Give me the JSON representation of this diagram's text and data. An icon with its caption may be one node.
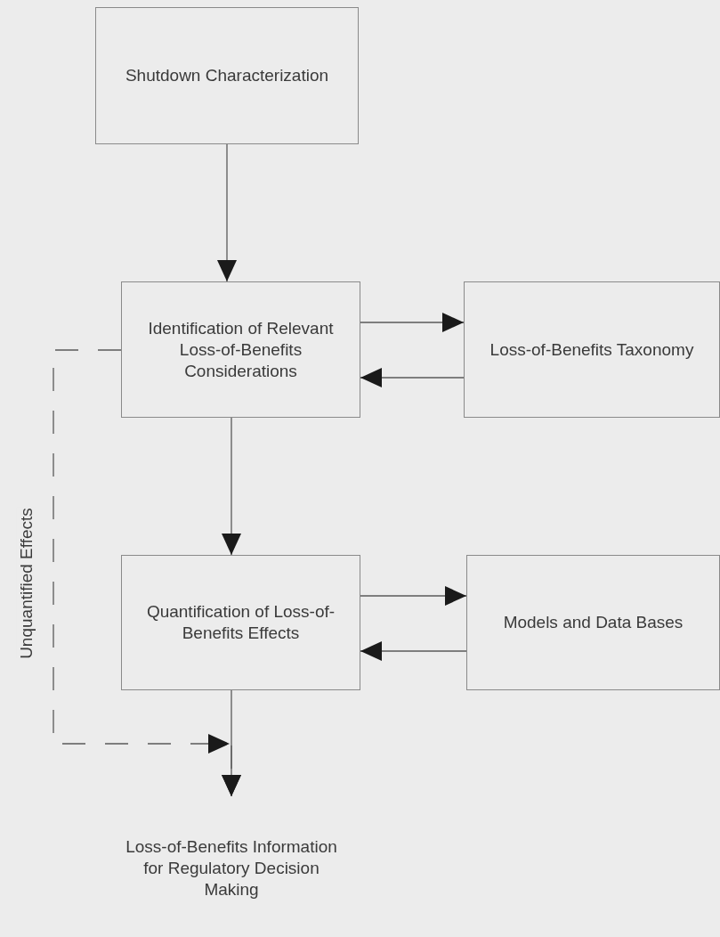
{
  "diagram": {
    "nodes": [
      {
        "text": [
          "Shutdown Characterization"
        ]
      },
      {
        "text": [
          "Identification of Relevant Loss-of-Benefits Considerations"
        ]
      },
      {
        "text": [
          "Loss-of-Benefits Taxonomy"
        ]
      },
      {
        "text": [
          "Quantification of Loss-of-Benefits Effects"
        ]
      },
      {
        "text": [
          "Models and Data Bases"
        ]
      },
      {
        "text": [
          "Loss-of-Benefits Information for Regulatory Decision Making"
        ]
      }
    ],
    "edges": [
      {
        "from": 0,
        "to": 1,
        "arrow": "to"
      },
      {
        "from": 1,
        "to": 2,
        "arrow": "to"
      },
      {
        "from": 2,
        "to": 1,
        "arrow": "to"
      },
      {
        "from": 1,
        "to": 3,
        "arrow": "to"
      },
      {
        "from": 3,
        "to": 4,
        "arrow": "to"
      },
      {
        "from": 4,
        "to": 3,
        "arrow": "to"
      },
      {
        "from": 3,
        "to": 5,
        "arrow": "to"
      },
      {
        "from": 1,
        "to": 5,
        "arrow": "to",
        "style": "dashed",
        "label": "Unquantified Effects"
      }
    ]
  }
}
